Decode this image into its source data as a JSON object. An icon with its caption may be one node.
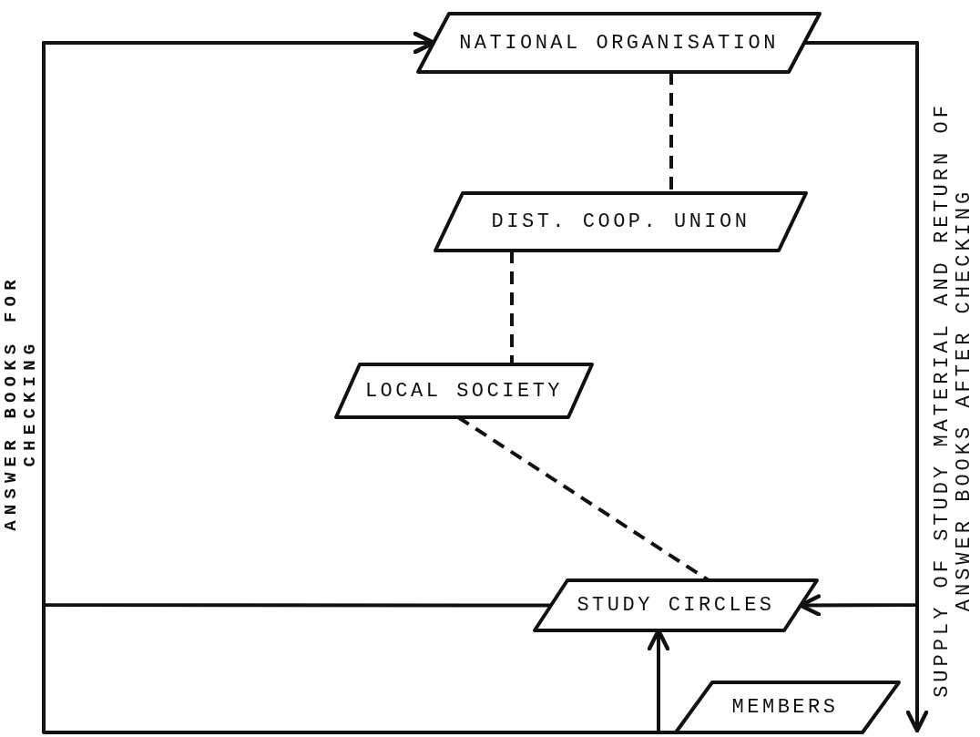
{
  "diagram": {
    "nodes": [
      {
        "text": [
          "NATIONAL ORGANISATION"
        ]
      },
      {
        "text": [
          "DIST. COOP. UNION"
        ]
      },
      {
        "text": [
          "LOCAL SOCIETY"
        ]
      },
      {
        "text": [
          "STUDY CIRCLES"
        ]
      },
      {
        "text": [
          "MEMBERS"
        ]
      }
    ],
    "edges": [
      {
        "from": 0,
        "to": 3,
        "arrow": "to",
        "label": "SUPPLY OF STUDY MATERIAL AND RETURN OF ANSWER BOOKS AFTER CHECKING"
      },
      {
        "from": 0,
        "to": 4,
        "arrow": "to"
      },
      {
        "from": 4,
        "to": 3,
        "arrow": "to"
      },
      {
        "from": 3,
        "to": 0,
        "arrow": "to",
        "label": "ANSWER BOOKS FOR CHECKING"
      },
      {
        "from": 4,
        "to": 0,
        "arrow": "to"
      },
      {
        "from": 0,
        "to": 1,
        "arrow": "none",
        "style": "dashed"
      },
      {
        "from": 1,
        "to": 2,
        "arrow": "none",
        "style": "dashed"
      },
      {
        "from": 2,
        "to": 3,
        "arrow": "none",
        "style": "dashed"
      }
    ]
  }
}
